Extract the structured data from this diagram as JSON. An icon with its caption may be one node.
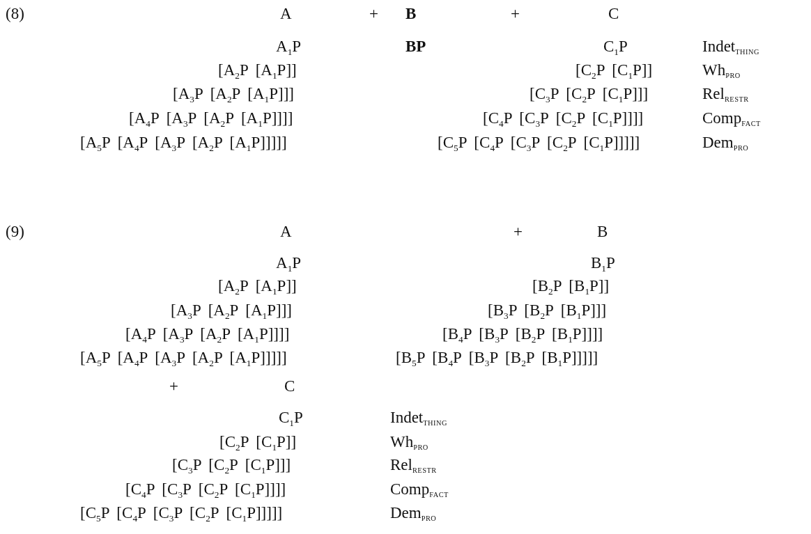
{
  "diagram": {
    "labels": [
      "(8)",
      "A",
      "+",
      "B",
      "+",
      "C",
      "A$_{1}$P",
      "BP",
      "C$_{1}$P",
      "Indet$_{THING}$",
      "[A$_{2}$P [A$_{1}$P]]",
      "[C$_{2}$P [C$_{1}$P]]",
      "Wh$_{PRO}$",
      "[A$_{3}$P [A$_{2}$P [A$_{1}$P]]]",
      "[C$_{3}$P [C$_{2}$P [C$_{1}$P]]]",
      "Rel$_{RESTR}$",
      "[A$_{4}$P [A$_{3}$P [A$_{2}$P [A$_{1}$P]]]]",
      "[C$_{4}$P [C$_{3}$P [C$_{2}$P [C$_{1}$P]]]]",
      "Comp$_{FACT}$",
      "[A$_{5}$P [A$_{4}$P [A$_{3}$P [A$_{2}$P [A$_{1}$P]]]]]",
      "[C$_{5}$P [C$_{4}$P [C$_{3}$P [C$_{2}$P [C$_{1}$P]]]]]",
      "Dem$_{PRO}$",
      "(9)",
      "A",
      "+",
      "B",
      "A$_{1}$P",
      "B$_{1}$P",
      "[A$_{2}$P [A$_{1}$P]]",
      "[B$_{2}$P [B$_{1}$P]]",
      "[A$_{3}$P [A$_{2}$P [A$_{1}$P]]]",
      "[B$_{3}$P [B$_{2}$P [B$_{1}$P]]]",
      "[A$_{4}$P [A$_{3}$P [A$_{2}$P [A$_{1}$P]]]]",
      "[B$_{4}$P [B$_{3}$P [B$_{2}$P [B$_{1}$P]]]]",
      "[A$_{5}$P [A$_{4}$P [A$_{3}$P [A$_{2}$P [A$_{1}$P]]]]]",
      "[B$_{5}$P [B$_{4}$P [B$_{3}$P [B$_{2}$P [B$_{1}$P]]]]]",
      "+",
      "C",
      "C$_{1}$P",
      "Indet$_{THING}$",
      "[C$_{2}$P [C$_{1}$P]]",
      "Wh$_{PRO}$",
      "[C$_{3}$P [C$_{2}$P [C$_{1}$P]]]",
      "Rel$_{RESTR}$",
      "[C$_{4}$P [C$_{3}$P [C$_{2}$P [C$_{1}$P]]]]",
      "Comp$_{FACT}$",
      "[C$_{5}$P [C$_{4}$P [C$_{3}$P [C$_{2}$P [C$_{1}$P]]]]]",
      "Dem$_{PRO}$"
    ]
  }
}
